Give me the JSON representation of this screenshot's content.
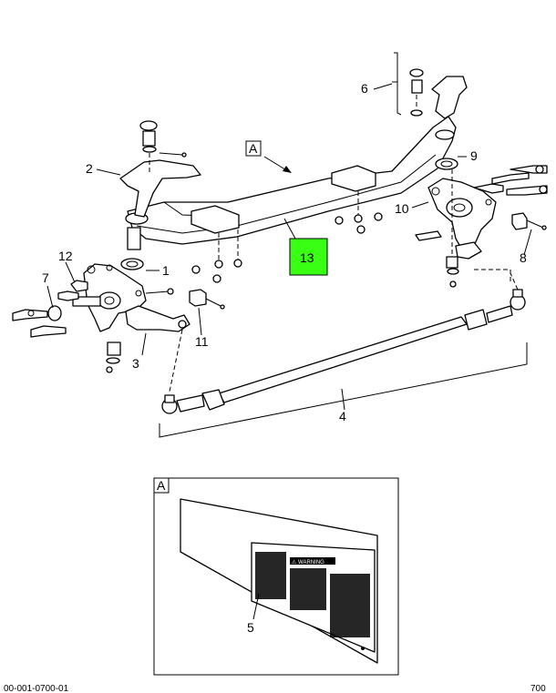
{
  "diagram": {
    "callouts": [
      "1",
      "2",
      "3",
      "4",
      "5",
      "6",
      "7",
      "8",
      "9",
      "10",
      "11",
      "12"
    ],
    "highlighted_callout": {
      "label": "13",
      "color": "#39ff14"
    },
    "view_label": "A",
    "detail_label": "A",
    "label_text": "⚠ WARNING"
  },
  "footer": {
    "left_code": "00-001-0700-01",
    "right_code": "700"
  }
}
